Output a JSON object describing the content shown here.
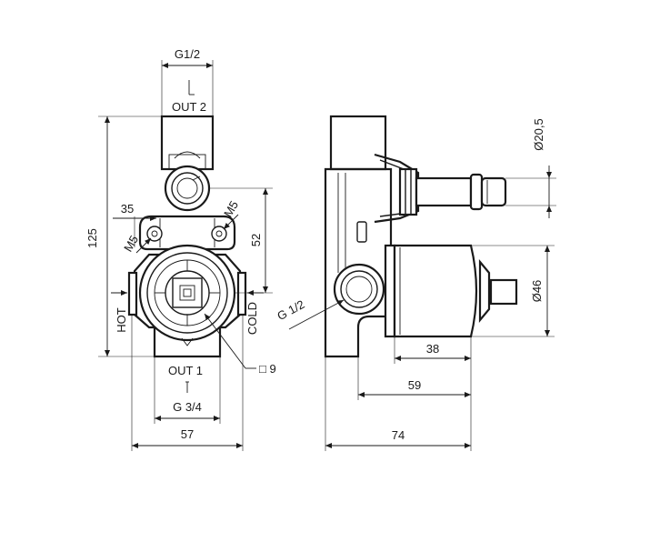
{
  "front_view": {
    "labels": {
      "top_thread": "G1/2",
      "top_outlet": "OUT  2",
      "height": "125",
      "side_left": "35",
      "screw_left": "M5",
      "screw_right": "M5",
      "vertical_right": "52",
      "hot": "HOT",
      "cold": "COLD",
      "bottom_outlet": "OUT 1",
      "bottom_thread": "G 3/4",
      "width": "57",
      "square_note": "□ 9"
    }
  },
  "side_view": {
    "labels": {
      "pipe_dia": "Ø20,5",
      "body_dia": "Ø46",
      "inlet_thread": "G 1/2",
      "depth_38": "38",
      "depth_59": "59",
      "depth_74": "74"
    }
  }
}
